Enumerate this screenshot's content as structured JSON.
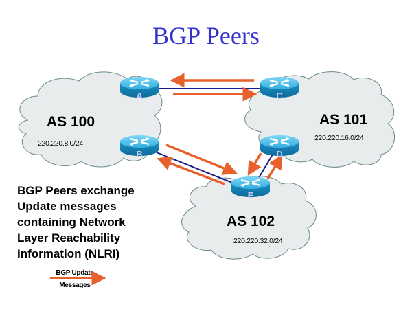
{
  "title": "BGP Peers",
  "autonomous_systems": [
    {
      "id": "as100",
      "label": "AS 100",
      "network": "220.220.8.0/24"
    },
    {
      "id": "as101",
      "label": "AS 101",
      "network": "220.220.16.0/24"
    },
    {
      "id": "as102",
      "label": "AS 102",
      "network": "220.220.32.0/24"
    }
  ],
  "routers": [
    {
      "id": "A",
      "label": "A",
      "as": "AS 100"
    },
    {
      "id": "B",
      "label": "B",
      "as": "AS 100"
    },
    {
      "id": "C",
      "label": "C",
      "as": "AS 101"
    },
    {
      "id": "D",
      "label": "D",
      "as": "AS 101"
    },
    {
      "id": "E",
      "label": "E",
      "as": "AS 102"
    }
  ],
  "peerings": [
    {
      "from": "A",
      "to": "C"
    },
    {
      "from": "B",
      "to": "E"
    },
    {
      "from": "D",
      "to": "E"
    }
  ],
  "description_lines": [
    "BGP Peers exchange",
    "Update messages",
    "containing Network",
    "Layer Reachability",
    "Information (NLRI)"
  ],
  "legend": {
    "line1": "BGP Update",
    "line2": "Messages"
  },
  "colors": {
    "title": "#3333cc",
    "update_arrow": "#e8612c",
    "peer_link": "#1a1a8a",
    "cloud_fill": "#e8ecec",
    "router_body": "#1a8cc0"
  }
}
